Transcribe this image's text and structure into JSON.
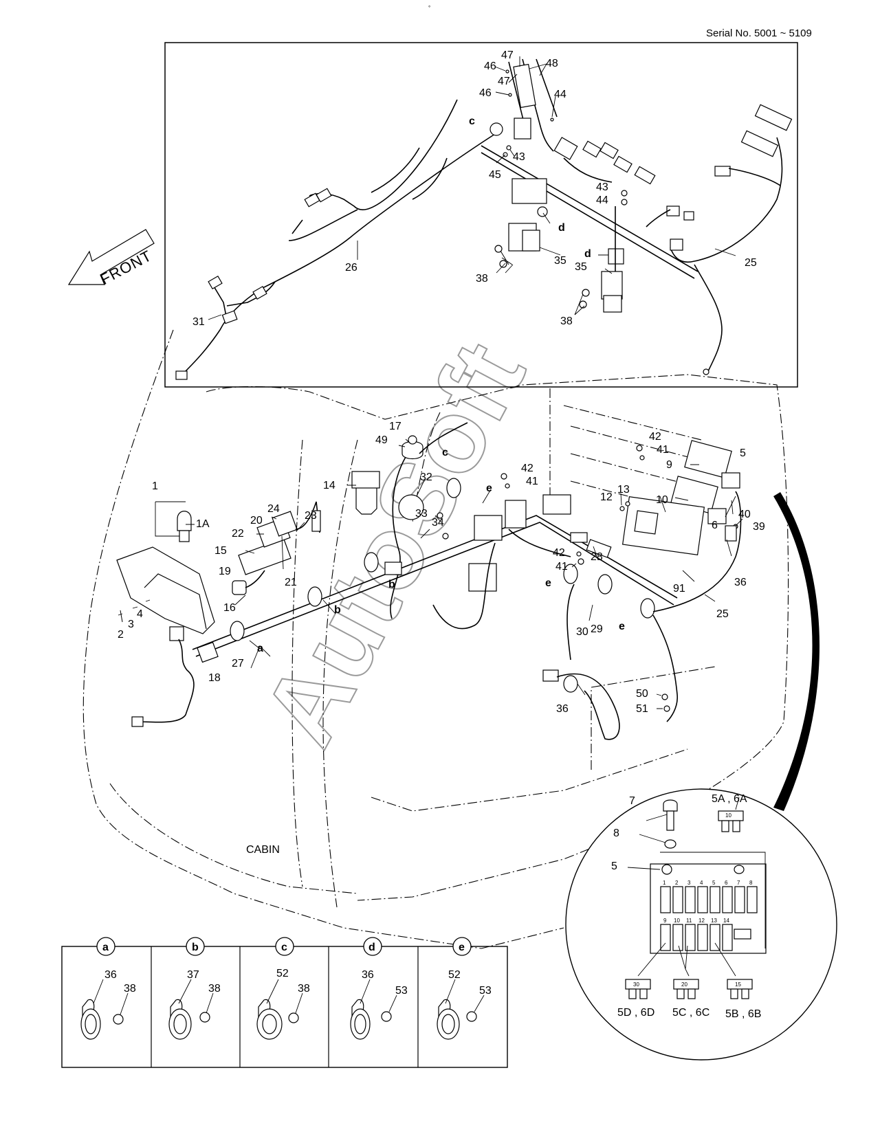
{
  "header": {
    "top_mark": "° ",
    "serial": "Serial No. 5001 ~ 5109"
  },
  "front_label": "FRONT",
  "cabin_label": "CABIN",
  "watermark": "AutoSoft",
  "inset_labels": [
    "47",
    "46",
    "47",
    "48",
    "46",
    "44",
    "c",
    "43",
    "45",
    "43",
    "44",
    "d",
    "d",
    "35",
    "35",
    "38",
    "38",
    "26",
    "25",
    "31"
  ],
  "main_labels": [
    "17",
    "49",
    "c",
    "42",
    "41",
    "32",
    "14",
    "e",
    "33",
    "34",
    "1",
    "1A",
    "24",
    "20",
    "23",
    "22",
    "15",
    "19",
    "21",
    "16",
    "4",
    "3",
    "2",
    "b",
    "b",
    "27",
    "a",
    "18",
    "9",
    "5",
    "42",
    "41",
    "10",
    "12",
    "13",
    "6",
    "40",
    "39",
    "42",
    "41",
    "28",
    "91",
    "36",
    "e",
    "e",
    "25",
    "30",
    "29",
    "50",
    "51",
    "36"
  ],
  "fuse_box": {
    "labels": [
      "7",
      "8",
      "5",
      "5A , 6A",
      "5D , 6D",
      "5C , 6C",
      "5B , 6B"
    ],
    "fuse_numbers_top": [
      "1",
      "2",
      "3",
      "4",
      "5",
      "6",
      "7",
      "8"
    ],
    "fuse_numbers_bottom": [
      "9",
      "10",
      "11",
      "12",
      "13",
      "14"
    ],
    "fuse_ratings": [
      "10",
      "30",
      "20",
      "15"
    ]
  },
  "details": [
    {
      "letter": "a",
      "parts": [
        "36",
        "38"
      ]
    },
    {
      "letter": "b",
      "parts": [
        "37",
        "38"
      ]
    },
    {
      "letter": "c",
      "parts": [
        "52",
        "38"
      ]
    },
    {
      "letter": "d",
      "parts": [
        "36",
        "53"
      ]
    },
    {
      "letter": "e",
      "parts": [
        "52",
        "53"
      ]
    }
  ]
}
